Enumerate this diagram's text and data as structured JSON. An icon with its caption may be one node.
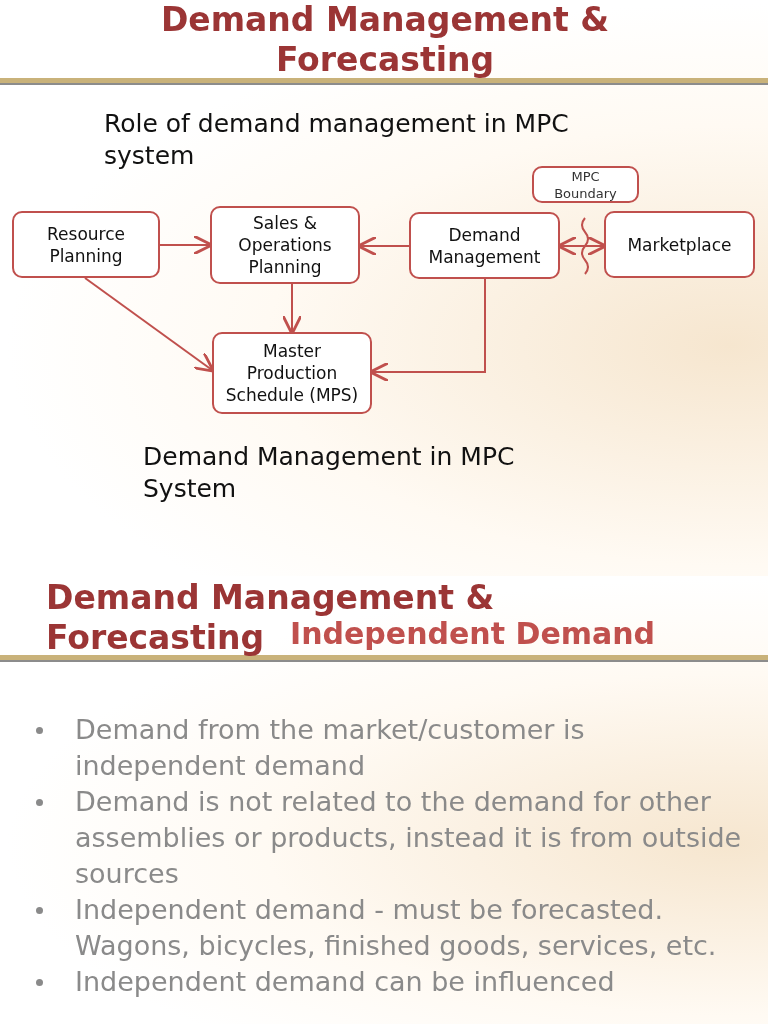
{
  "diagram": {
    "title": "Demand Management & Forecasting",
    "nodes": [
      {
        "text": [
          "Resource Planning"
        ]
      },
      {
        "text": [
          "Sales & Operations Planning"
        ]
      },
      {
        "text": [
          "Demand Management"
        ]
      },
      {
        "text": [
          "Marketplace"
        ]
      },
      {
        "text": [
          "MPC Boundary"
        ]
      },
      {
        "text": [
          "Master Production Schedule (MPS)"
        ]
      }
    ],
    "edges": [
      {
        "from": 0,
        "to": 1,
        "arrow": "to"
      },
      {
        "from": 2,
        "to": 1,
        "arrow": "to"
      },
      {
        "from": 2,
        "to": 3,
        "arrow": "both"
      },
      {
        "from": 1,
        "to": 5,
        "arrow": "to"
      },
      {
        "from": 0,
        "to": 5,
        "arrow": "to"
      },
      {
        "from": 2,
        "to": 5,
        "arrow": "to"
      }
    ],
    "labels": [
      "Role of demand management in MPC system",
      "Demand Management in MPC System",
      "Demand Management & Forecasting",
      "Independent Demand",
      "Demand from the market/customer is independent demand",
      "Demand is not related to the demand for other assemblies or products, instead it is from outside sources",
      "Independent demand -  must be forecasted. Wagons, bicycles,  finished goods, services, etc.",
      "Independent demand can be influenced"
    ]
  }
}
